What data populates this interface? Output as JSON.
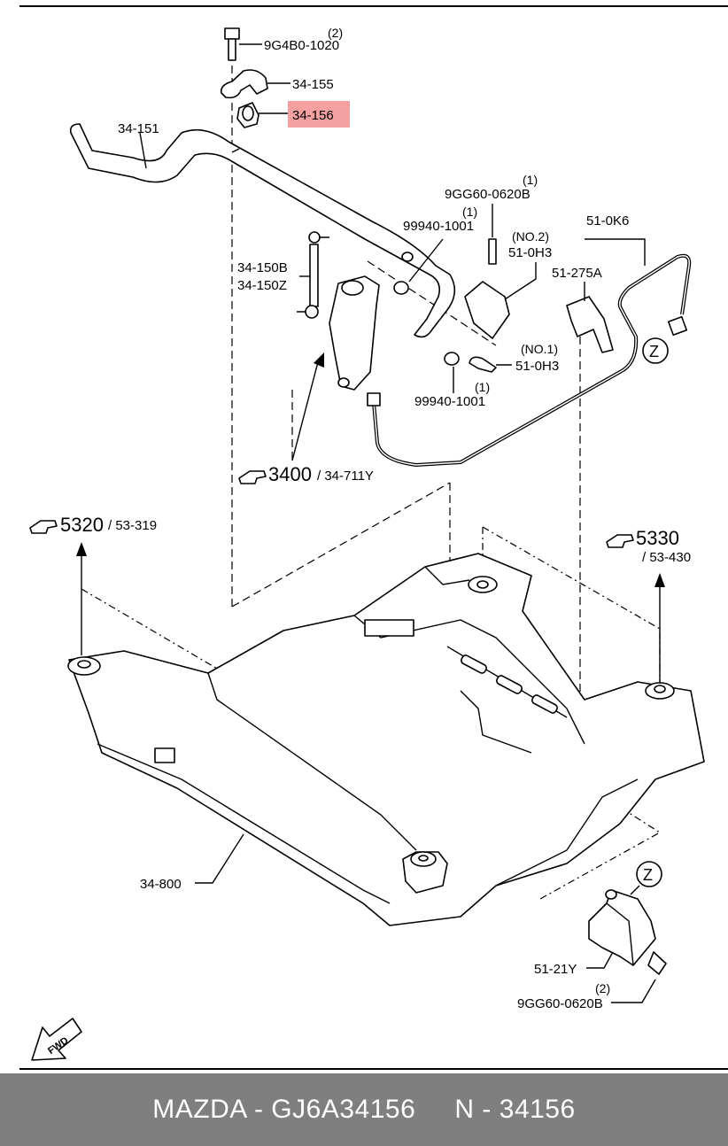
{
  "labels": {
    "qty_2_top": "(2)",
    "p_9g4b0": "9G4B0-1020",
    "p_34155": "34-155",
    "p_34156": "34-156",
    "p_34151": "34-151",
    "qty_1_a": "(1)",
    "p_9gg60_top": "9GG60-0620B",
    "qty_1_b": "(1)",
    "p_99940_top": "99940-1001",
    "no2": "(NO.2)",
    "p_510h3_top": "51-0H3",
    "p_510k6": "51-0K6",
    "p_51275a": "51-275A",
    "p_34150b": "34-150B",
    "p_34150z": "34-150Z",
    "no1": "(NO.1)",
    "p_510h3_bot": "51-0H3",
    "qty_1_c": "(1)",
    "p_99940_bot": "99940-1001",
    "ref_3400": "3400",
    "ref_3400_sub": "/ 34-711Y",
    "ref_5320": "5320",
    "ref_5320_sub": "/ 53-319",
    "ref_5330": "5330",
    "ref_5330_sub": "/ 53-430",
    "p_34800": "34-800",
    "z_top": "Z",
    "z_bottom": "Z",
    "p_5121y": "51-21Y",
    "qty_2_bot": "(2)",
    "p_9gg60_bot": "9GG60-0620B",
    "fwd": "FWD"
  },
  "highlight_color": "#f4a0a0",
  "footer": "MAZDA - GJ6A34156     N - 34156"
}
